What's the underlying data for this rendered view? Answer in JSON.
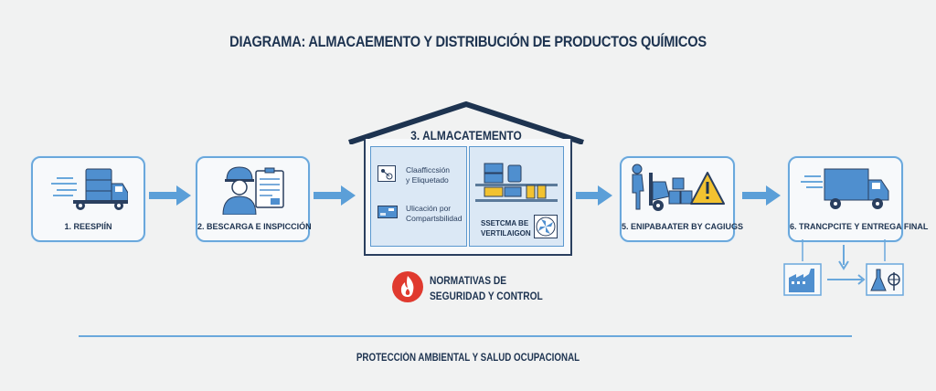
{
  "title": "DIAGRAMA: ALMACAEMENTO Y DISTRIBUCIÓN DE PRODUCTOS QUÍMICOS",
  "steps": [
    {
      "label": "1. REESPIÍN",
      "icon": "truck-with-drums-icon"
    },
    {
      "label": "2. BESCARGA E INSPICCIÓN",
      "icon": "worker-clipboard-icon"
    },
    {
      "label": "5. ENIPABAATER BY CAGIUGS",
      "icon": "forklift-warning-icon"
    },
    {
      "label": "6. TRANCPCITE Y ENTREGA FINAL",
      "icon": "delivery-truck-icon"
    }
  ],
  "storage": {
    "title": "3. ALMACATEMENTO",
    "items": [
      {
        "label_line1": "Claafficcsión",
        "label_line2": "y Eliquetado"
      },
      {
        "label_line1": "Ulicación por",
        "label_line2": "Compartsbilidad"
      }
    ],
    "ventilation_line1": "SSETCMA BE",
    "ventilation_line2": "VERTILAIGON"
  },
  "normativas": {
    "line1": "NORMATIVAS DE",
    "line2": "SEGURIDAD Y CONTROL"
  },
  "footer": "PROTECCIÓN AMBIENTAL Y SALUD OCUPACIONAL",
  "colors": {
    "accent": "#6aa8dc",
    "dark": "#1d3350",
    "danger": "#e03a2f",
    "warning": "#f2c230"
  }
}
